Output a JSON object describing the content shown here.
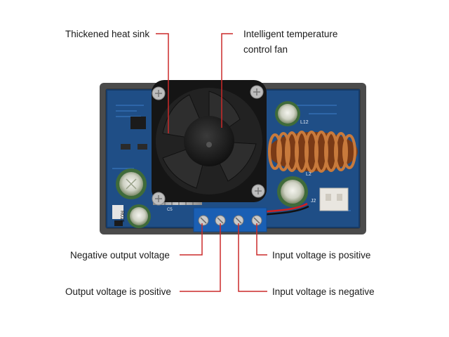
{
  "callouts": {
    "heat_sink": "Thickened heat sink",
    "fan_line1": "Intelligent temperature",
    "fan_line2": "control fan",
    "negative_output": "Negative output voltage",
    "positive_input": "Input voltage is positive",
    "positive_output": "Output voltage is positive",
    "negative_input": "Input voltage is negative"
  },
  "board_markings": {
    "inductor_main": "L2",
    "inductor_small": "L12",
    "connector": "J2",
    "capacitor": "C5",
    "part_code": "R015"
  },
  "colors": {
    "leader_line": "#cc2a2a",
    "pcb": "#1f4e86",
    "terminal_block": "#1a5fb4",
    "fan": "#151515",
    "copper": "#b8652b"
  }
}
